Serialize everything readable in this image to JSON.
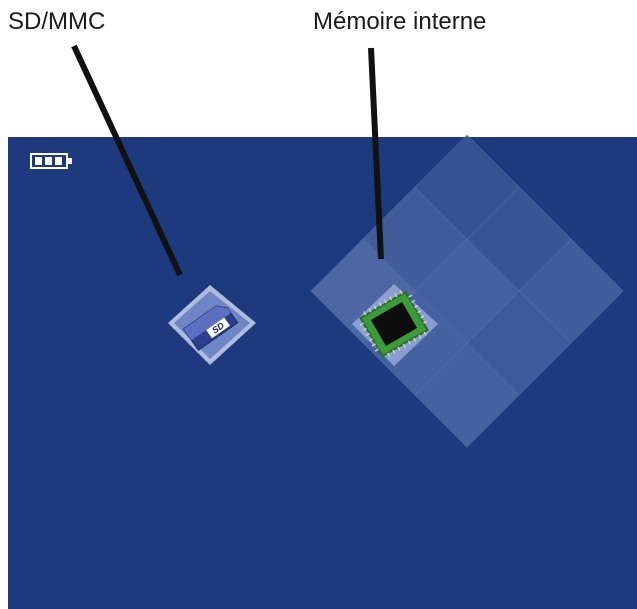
{
  "callouts": {
    "sd_label": "SD/MMC",
    "internal_label": "Mémoire interne"
  },
  "screen": {
    "background_color": "#1d3a7e",
    "status": {
      "battery_icon": "battery-icon"
    },
    "storage_options": [
      {
        "id": "sd-mmc",
        "icon": "sd-card-icon",
        "label_text": "SD"
      },
      {
        "id": "internal-memory",
        "icon": "chip-icon",
        "selected": true
      }
    ]
  }
}
